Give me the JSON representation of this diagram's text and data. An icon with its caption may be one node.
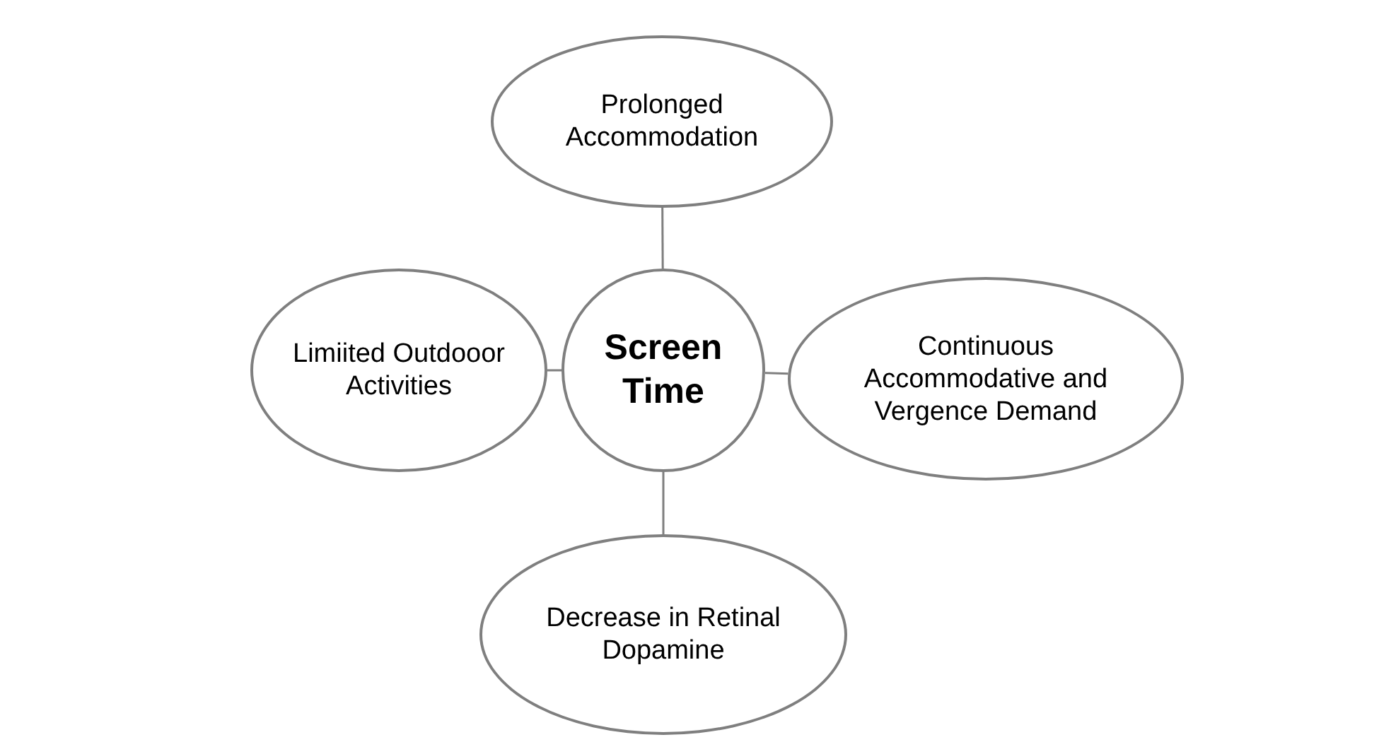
{
  "diagram": {
    "nodes": [
      {
        "text": [
          "Prolonged Accommodation"
        ]
      },
      {
        "text": [
          "Limiited Outdooor Activities"
        ]
      },
      {
        "text": [
          "Screen Time"
        ]
      },
      {
        "text": [
          "Continuous Accommodative and Vergence Demand"
        ]
      },
      {
        "text": [
          "Decrease in Retinal Dopamine"
        ]
      }
    ],
    "edges": [
      {
        "from": 2,
        "to": 0,
        "arrow": "none"
      },
      {
        "from": 2,
        "to": 1,
        "arrow": "none"
      },
      {
        "from": 2,
        "to": 3,
        "arrow": "none"
      },
      {
        "from": 2,
        "to": 4,
        "arrow": "none"
      }
    ]
  }
}
